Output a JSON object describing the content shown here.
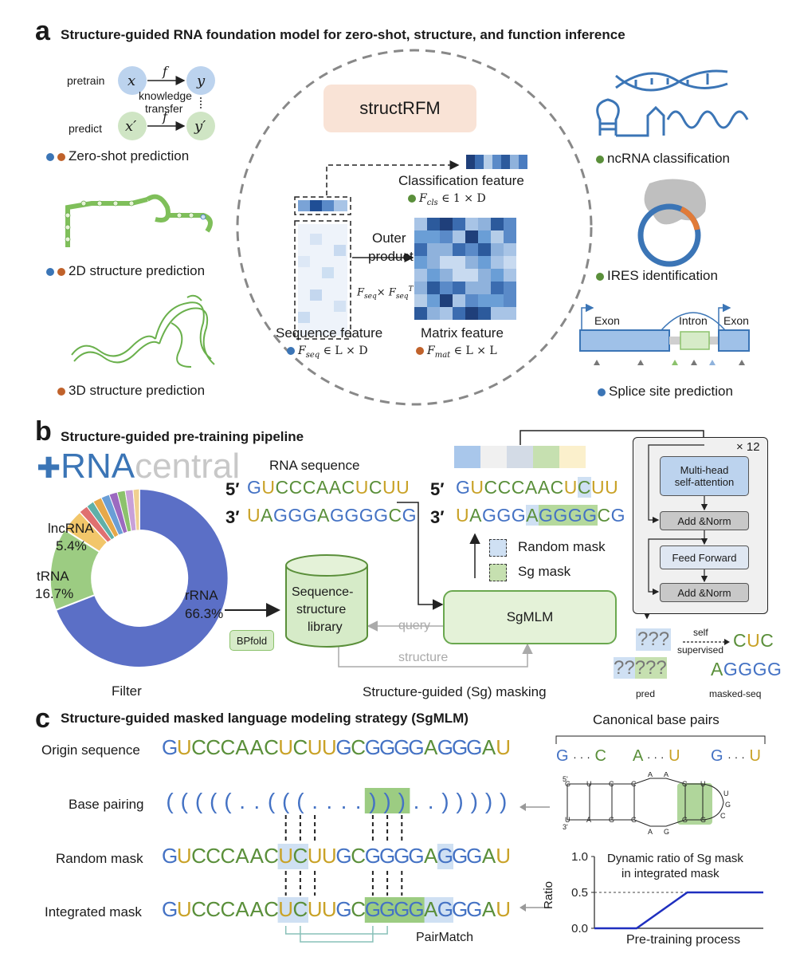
{
  "colors": {
    "G": "#4472c4",
    "U": "#c9a227",
    "C": "#5a8f3a",
    "A": "#5a8f3a",
    "N": "#4472c4",
    "accent_orange": "#c0622b",
    "accent_green": "#5a8f3a",
    "accent_blue": "#3b75b6"
  },
  "panel_a": {
    "letter": "a",
    "title": "Structure-guided RNA foundation model for zero-shot, structure, and function inference",
    "model_name": "structRFM",
    "pretrain": "pretrain",
    "predict": "predict",
    "f": "f",
    "x": "x",
    "y": "y",
    "xp": "x′",
    "yp": "y′",
    "knowledge": "knowledge",
    "transfer": "transfer",
    "zero_shot": "Zero-shot prediction",
    "struct2d": "2D structure prediction",
    "struct3d": "3D structure prediction",
    "cls_feature": "Classification feature",
    "cls_formula": "F",
    "cls_sub": "cls",
    "cls_dim": " ∈ 1 × D",
    "outer1": "Outer",
    "outer2": "product",
    "outer_formula": "F",
    "seq_feature": "Sequence feature",
    "seq_sub": "seq",
    "seq_dim": " ∈ L × D",
    "mat_feature": "Matrix feature",
    "mat_sub": "mat",
    "mat_dim": " ∈ L × L",
    "times": "×",
    "T": "T",
    "ncrna": "ncRNA  classification",
    "ires": "IRES identification",
    "splice": "Splice site prediction",
    "exon1": "Exon",
    "intron": "Intron",
    "exon2": "Exon"
  },
  "panel_b": {
    "letter": "b",
    "title": "Structure-guided pre-training pipeline",
    "logo_rna": "RNA",
    "logo_central": "central",
    "rna_sequence": "RNA sequence",
    "p5": "5′",
    "p3": "3′",
    "seq5": "GUCCCAACUCUU",
    "seq3": "UAGGGAGGGGCG",
    "lncrna": "lncRNA",
    "lncrna_pct": "5.4%",
    "trna": "tRNA",
    "trna_pct": "16.7%",
    "rrna": "rRNA",
    "rrna_pct": "66.3%",
    "filter": "Filter",
    "bpfold": "BPfold",
    "library1": "Sequence-",
    "library2": "structure",
    "library3": "library",
    "query": "query",
    "structure": "structure",
    "sgmlm": "SgMLM",
    "random_mask": "Random mask",
    "sg_mask": "Sg mask",
    "sg_masking": "Structure-guided (Sg) masking",
    "x12": "× 12",
    "mha1": "Multi-head",
    "mha2": "self-attention",
    "addnorm": "Add &Norm",
    "ff": "Feed Forward",
    "q3": "???",
    "q5": "?????",
    "q_light": "??",
    "self1": "self",
    "self2": "supervised",
    "cuc": "CUC",
    "aggg": "AGGGG",
    "pred": "pred",
    "masked_seq": "masked-seq"
  },
  "panel_c": {
    "letter": "c",
    "title": "Structure-guided masked language modeling strategy (SgMLM)",
    "origin_label": "Origin sequence",
    "pairing_label": "Base pairing",
    "random_label": "Random mask",
    "integrated_label": "Integrated mask",
    "sequence": "GUCCCAACUCUUGCGGGGAGGGAU",
    "dotbracket": "(((((..(((....)))..)))))",
    "pairmatch": "PairMatch",
    "canonical": "Canonical base pairs",
    "pairs": [
      [
        "G",
        "C"
      ],
      [
        "A",
        "U"
      ],
      [
        "G",
        "U"
      ]
    ],
    "pair_dots": "· · ·",
    "chart_title1": "Dynamic ratio of Sg mask",
    "chart_title2": "in integrated mask",
    "ratio_label": "Ratio",
    "xlabel": "Pre-training process",
    "yticks": [
      "1.0",
      "0.5",
      "0.0"
    ]
  },
  "chart_data": {
    "type": "line",
    "title": "Dynamic ratio of Sg mask in integrated mask",
    "xlabel": "Pre-training process",
    "ylabel": "Ratio",
    "ylim": [
      0,
      1
    ],
    "yticks": [
      0.0,
      0.5,
      1.0
    ],
    "x": [
      0,
      0.25,
      0.55,
      1.0
    ],
    "series": [
      {
        "values": [
          0.0,
          0.0,
          0.5,
          0.5
        ]
      }
    ],
    "reference_line": 0.5
  }
}
